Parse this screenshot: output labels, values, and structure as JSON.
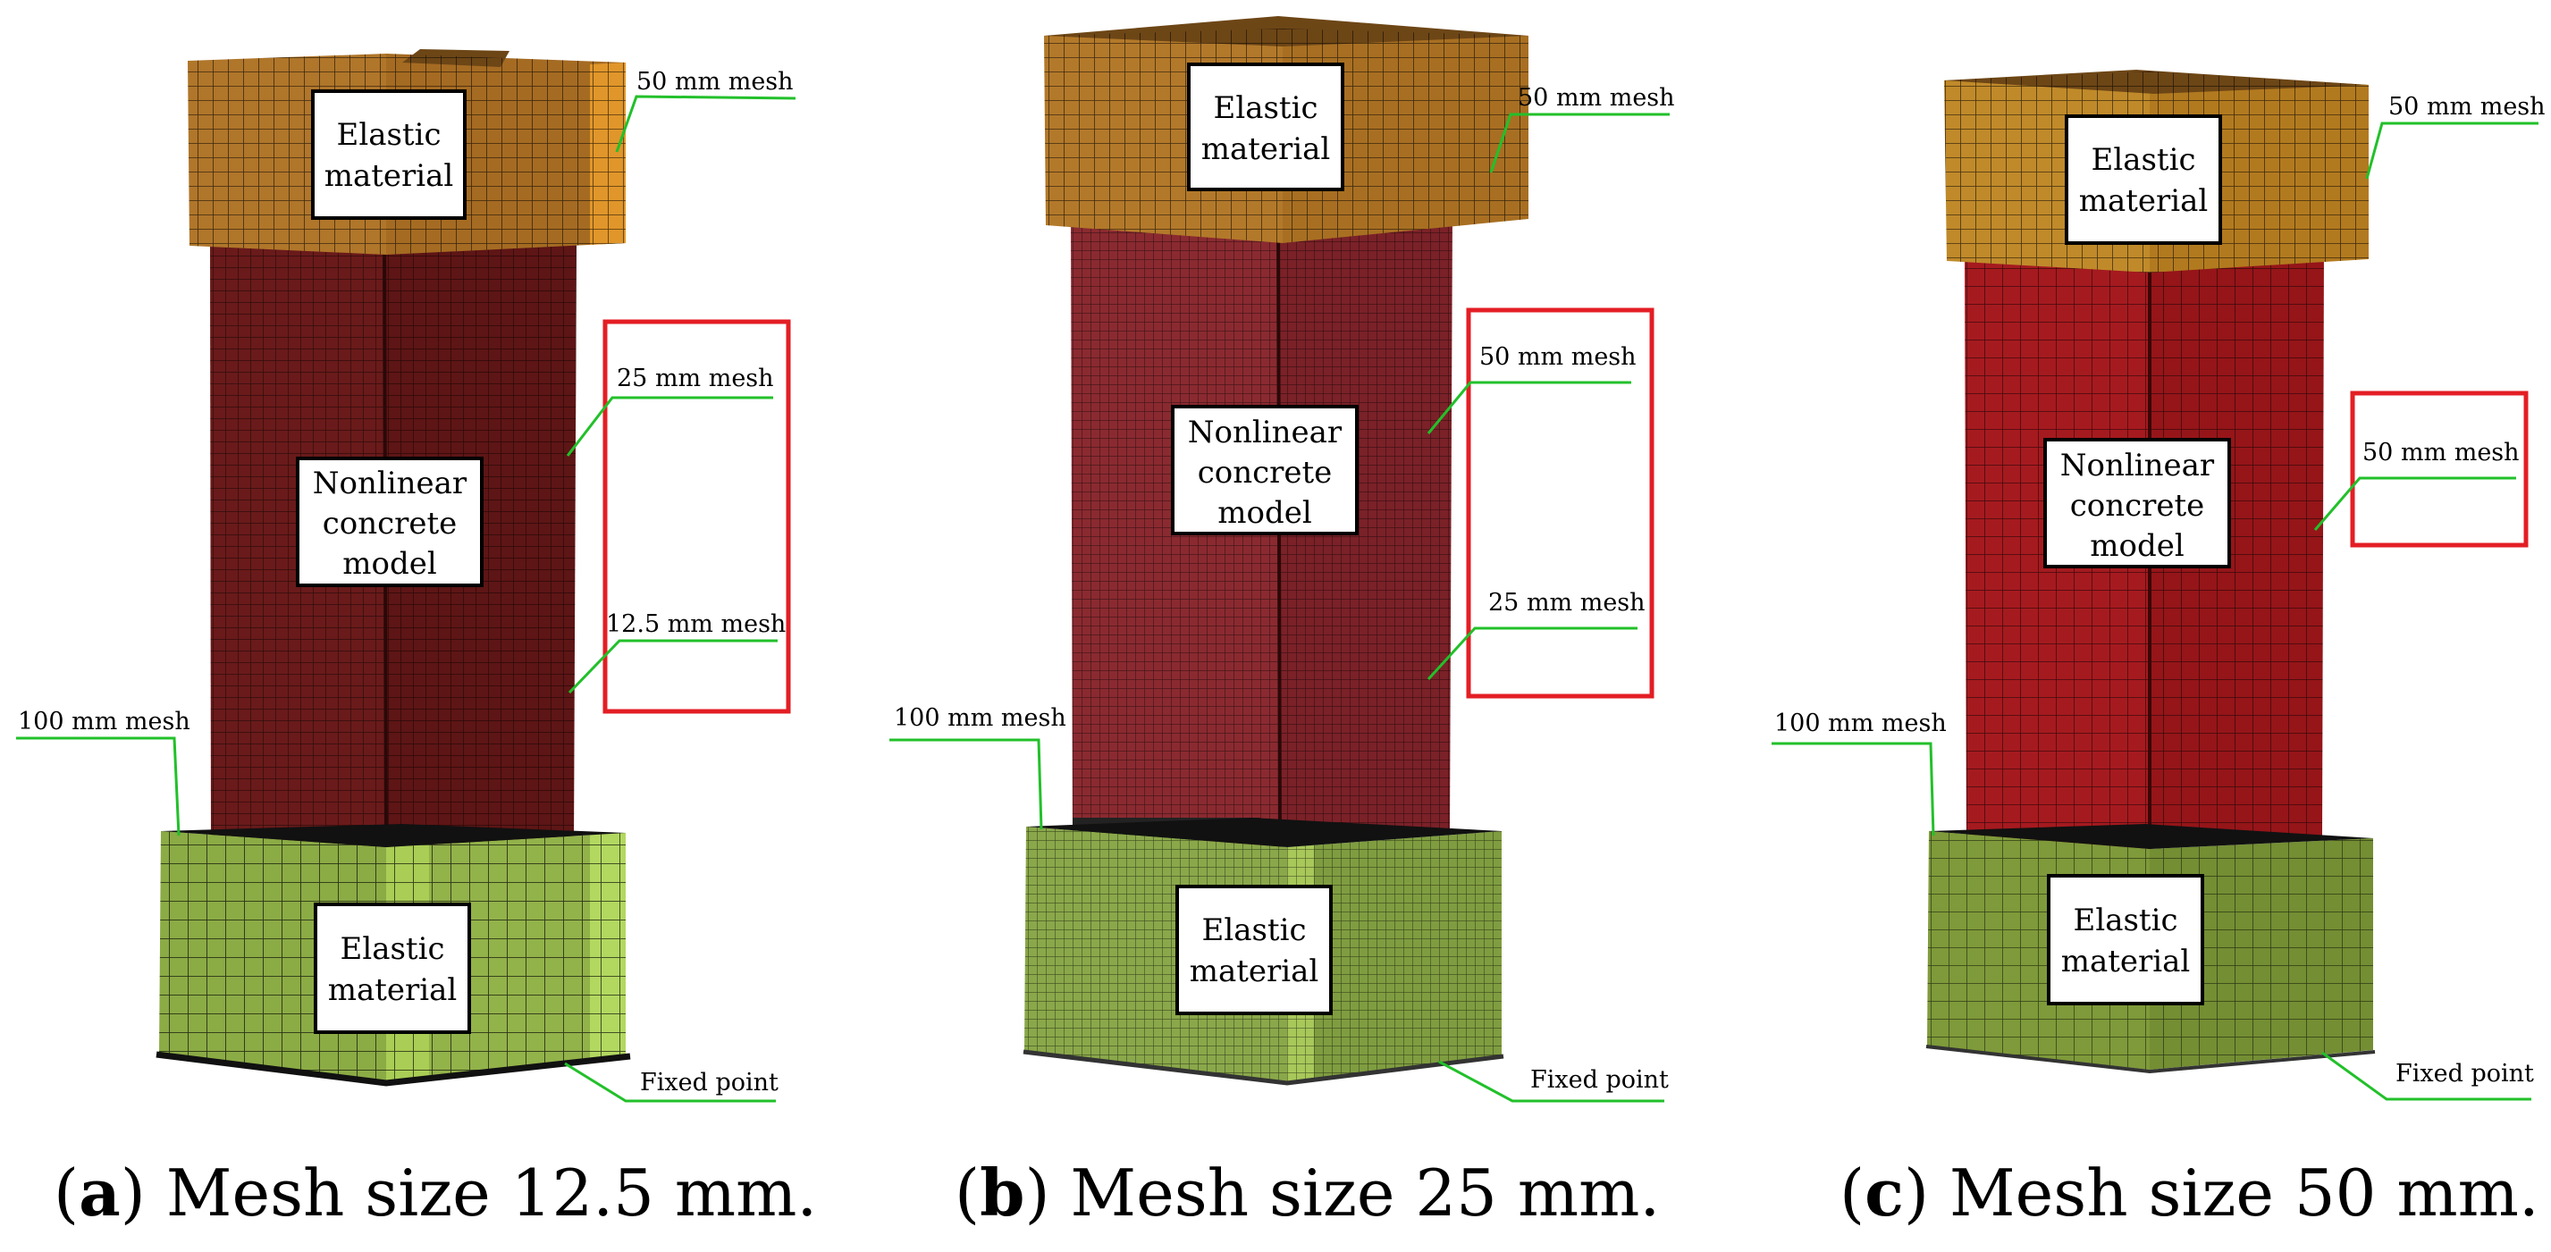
{
  "panels": [
    {
      "id": "a",
      "top_label": [
        "Elastic",
        "material"
      ],
      "middle_label": [
        "Nonlinear",
        "concrete",
        "model"
      ],
      "bottom_label": [
        "Elastic",
        "material"
      ],
      "callouts": {
        "top": "50 mm mesh",
        "upper": "25 mm mesh",
        "lower": "12.5 mm mesh",
        "base": "100 mm mesh",
        "fixed": "Fixed point"
      },
      "caption_letter": "a",
      "caption_text": "Mesh size 12.5 mm.",
      "colors": {
        "top": "#b97d23",
        "column": "#6a1a1a",
        "base": "#8db040"
      }
    },
    {
      "id": "b",
      "top_label": [
        "Elastic",
        "material"
      ],
      "middle_label": [
        "Nonlinear",
        "concrete",
        "model"
      ],
      "bottom_label": [
        "Elastic",
        "material"
      ],
      "callouts": {
        "top": "50 mm mesh",
        "upper": "50 mm mesh",
        "lower": "25 mm mesh",
        "base": "100 mm mesh",
        "fixed": "Fixed point"
      },
      "caption_letter": "b",
      "caption_text": "Mesh size 25 mm.",
      "colors": {
        "top": "#b3792a",
        "column": "#8a2a30",
        "base": "#8aa84a"
      }
    },
    {
      "id": "c",
      "top_label": [
        "Elastic",
        "material"
      ],
      "middle_label": [
        "Nonlinear",
        "concrete",
        "model"
      ],
      "bottom_label": [
        "Elastic",
        "material"
      ],
      "callouts": {
        "top": "50 mm mesh",
        "upper": "50 mm mesh",
        "base": "100 mm mesh",
        "fixed": "Fixed point"
      },
      "caption_letter": "c",
      "caption_text": "Mesh size 50 mm.",
      "colors": {
        "top": "#c08a2a",
        "column": "#a51a1f",
        "base": "#7e9a3a"
      }
    }
  ],
  "colors": {
    "leader_line": "#22c02a",
    "highlight_box": "#e31e24"
  }
}
